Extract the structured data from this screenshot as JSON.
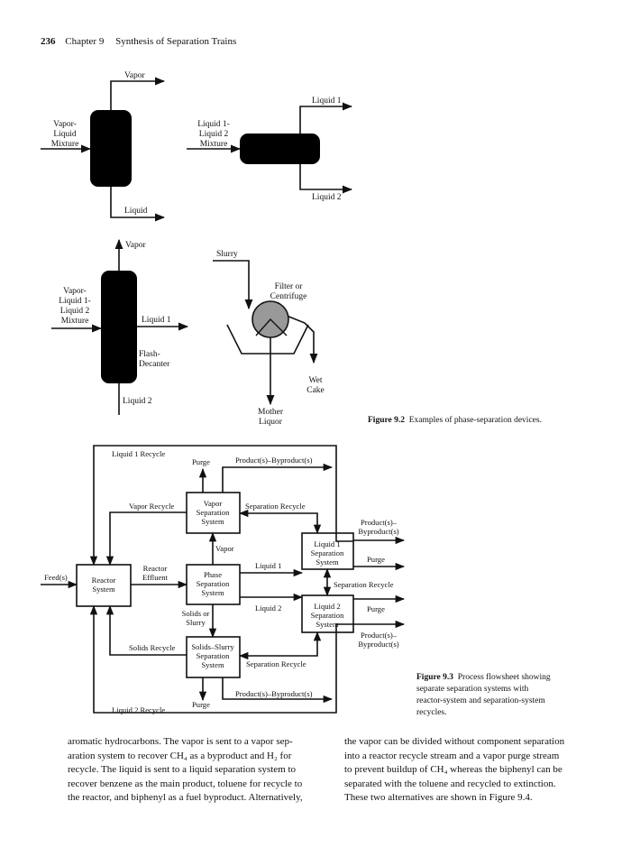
{
  "header": {
    "page_number": "236",
    "chapter": "Chapter 9",
    "title": "Synthesis of Separation Trains"
  },
  "fig92": {
    "caption_label": "Figure 9.2",
    "caption_text": "Examples of phase-separation devices.",
    "d1": {
      "feed": [
        "Vapor-",
        "Liquid",
        "Mixture"
      ],
      "top": "Vapor",
      "bottom": "Liquid"
    },
    "d2": {
      "feed": [
        "Liquid 1-",
        "Liquid 2",
        "Mixture"
      ],
      "top": "Liquid 1",
      "bottom": "Liquid 2"
    },
    "d3": {
      "feed": [
        "Vapor-",
        "Liquid 1-",
        "Liquid 2",
        "Mixture"
      ],
      "top": "Vapor",
      "side": "Liquid 1",
      "name": [
        "Flash-",
        "Decanter"
      ],
      "bottom": "Liquid 2"
    },
    "d4": {
      "feed": "Slurry",
      "name": [
        "Filter or",
        "Centrifuge"
      ],
      "cake": [
        "Wet",
        "Cake"
      ],
      "bottom": [
        "Mother",
        "Liquor"
      ]
    }
  },
  "fig93": {
    "caption_label": "Figure 9.3",
    "caption_lines": [
      "Process flowsheet showing",
      "separate separation systems with",
      "reactor-system and separation-system",
      "recycles."
    ],
    "labels": {
      "liquid1_recycle": "Liquid 1 Recycle",
      "liquid2_recycle": "Liquid 2 Recycle",
      "purge": "Purge",
      "product_byproduct": "Product(s)–Byproduct(s)",
      "vapor_recycle": "Vapor Recycle",
      "separation_recycle": "Separation Recycle",
      "vapor": "Vapor",
      "liquid1": "Liquid 1",
      "liquid2": "Liquid 2",
      "feed": "Feed(s)",
      "reactor_effluent": [
        "Reactor",
        "Effluent"
      ],
      "solids_slurry": [
        "Solids or",
        "Slurry"
      ],
      "solids_recycle": "Solids Recycle",
      "prod_byprod_stacked": [
        "Product(s)–",
        "Byproduct(s)"
      ]
    },
    "boxes": {
      "reactor": [
        "Reactor",
        "System"
      ],
      "vapor_sep": [
        "Vapor",
        "Separation",
        "System"
      ],
      "phase_sep": [
        "Phase",
        "Separation",
        "System"
      ],
      "solids_sep": [
        "Solids–Slurry",
        "Separation",
        "System"
      ],
      "liq1_sep": [
        "Liquid 1",
        "Separation",
        "System"
      ],
      "liq2_sep": [
        "Liquid 2",
        "Separation",
        "System"
      ]
    }
  },
  "body": {
    "left": [
      "aromatic hydrocarbons. The vapor is sent to a vapor sep-",
      "aration system to recover CH₄ as a byproduct and H₂ for",
      "recycle. The liquid is sent to a liquid separation system to",
      "recover benzene as the main product, toluene for recycle to",
      "the reactor, and biphenyl as a fuel byproduct. Alternatively,"
    ],
    "right": [
      "the vapor can be divided without component separation",
      "into a reactor recycle stream and a vapor purge stream",
      "to prevent buildup of CH₄ whereas the biphenyl can be",
      "separated with the toluene and recycled to extinction.",
      "These two alternatives are shown in Figure 9.4."
    ]
  }
}
